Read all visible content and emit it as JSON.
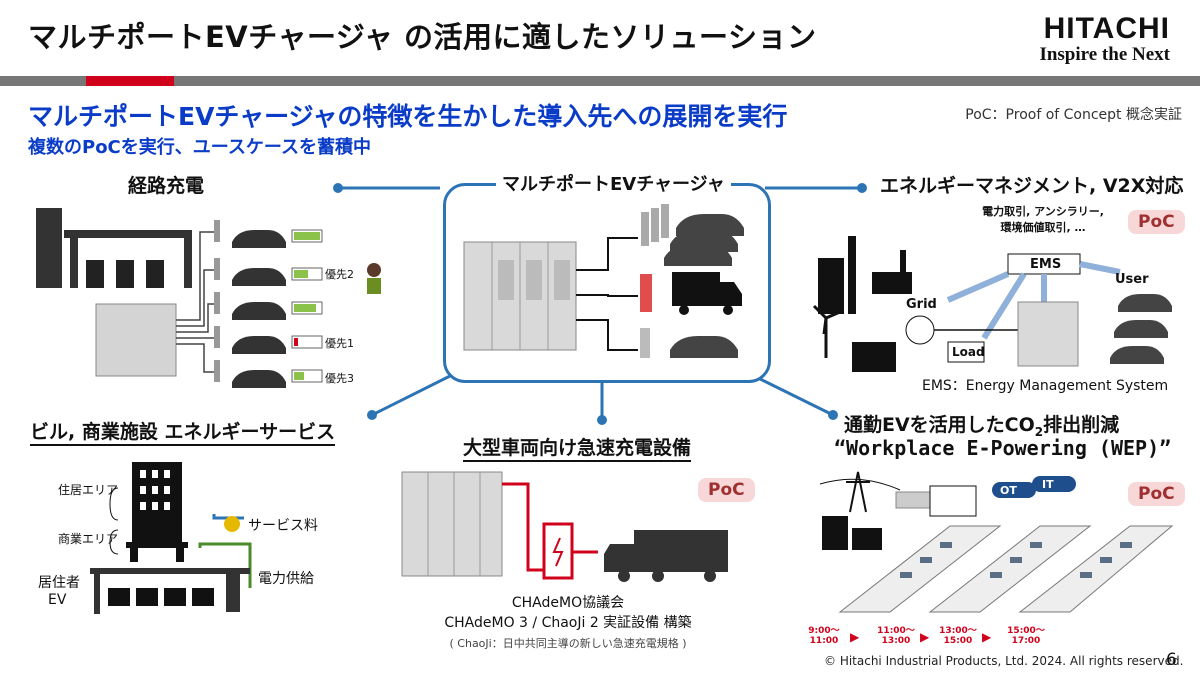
{
  "slide": {
    "title": "マルチポートEVチャージャ の活用に適したソリューション",
    "headline": "マルチポートEVチャージャの特徴を生かした導入先への展開を実行",
    "subheadline": "複数のPoCを実行、ユースケースを蓄積中",
    "poc_note": "PoC：Proof of Concept 概念実証"
  },
  "logo": {
    "brand": "HITACHI",
    "tagline": "Inspire the Next"
  },
  "center": {
    "label": "マルチポートEVチャージャ"
  },
  "route": {
    "title": "経路充電",
    "priorities": [
      "優先2",
      "優先1",
      "優先3"
    ]
  },
  "ems": {
    "title": "エネルギーマネジメント, V2X対応",
    "poc": "PoC",
    "market_note_line1": "電力取引, アンシラリー,",
    "market_note_line2": "環境価値取引, …",
    "box_label": "EMS",
    "user": "User",
    "grid": "Grid",
    "load": "Load",
    "caption": "EMS：Energy Management System"
  },
  "building": {
    "title": "ビル, 商業施設 エネルギーサービス",
    "residential": "住居エリア",
    "commercial": "商業エリア",
    "service_fee": "サービス料",
    "power_supply": "電力供給",
    "resident_line1": "居住者",
    "resident_line2": "EV"
  },
  "heavy": {
    "title": "大型車両向け急速充電設備",
    "poc": "PoC",
    "line1": "CHAdeMO協議会",
    "line2": "CHAdeMO 3 / ChaoJi 2 実証設備 構築",
    "line3": "( ChaoJi：日中共同主導の新しい急速充電規格 )"
  },
  "commute": {
    "title_pre": "通勤EVを活用したCO",
    "title_sub": "2",
    "title_post": "排出削減",
    "subtitle": "“Workplace E-Powering (WEP)”",
    "poc": "PoC",
    "ot": "OT",
    "it": "IT",
    "schedule": [
      {
        "from": "9:00～",
        "to": "11:00"
      },
      {
        "from": "11:00～",
        "to": "13:00"
      },
      {
        "from": "13:00～",
        "to": "15:00"
      },
      {
        "from": "15:00～",
        "to": "17:00"
      }
    ]
  },
  "footer": {
    "copyright": "© Hitachi Industrial Products, Ltd. 2024. All rights reserved.",
    "page": "6"
  },
  "colors": {
    "blue": "#2d74b5",
    "headline": "#0a3cc8",
    "red": "#d0021b",
    "poc_bg": "#f7d7d7"
  }
}
